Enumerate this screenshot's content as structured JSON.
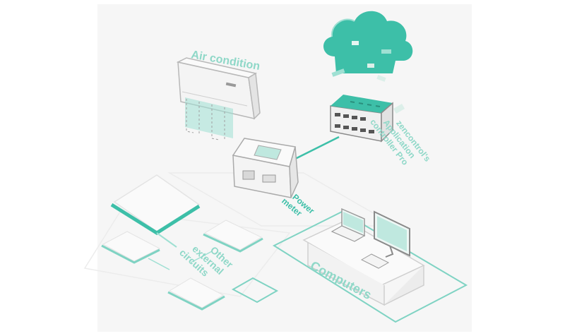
{
  "labels": {
    "air_condition": "Air condition",
    "app_controller_1": "zencontrol's",
    "app_controller_2": "Application",
    "app_controller_3": "controller Pro",
    "power_meter_1": "Power",
    "power_meter_2": "meter",
    "other_1": "Other",
    "other_2": "external",
    "other_3": "circuits",
    "computers": "Computers"
  },
  "colors": {
    "accent": "#3dbfa8",
    "accent_light": "#9fe0d3",
    "line": "#7fd3c3",
    "device_fill": "#f4f4f4",
    "device_stroke": "#b8b8b8",
    "background_panel": "#f6f6f6"
  },
  "icons": [
    "cloud-icon",
    "air-conditioner-icon",
    "power-meter-icon",
    "controller-icon",
    "laptop-icon",
    "monitor-icon"
  ]
}
